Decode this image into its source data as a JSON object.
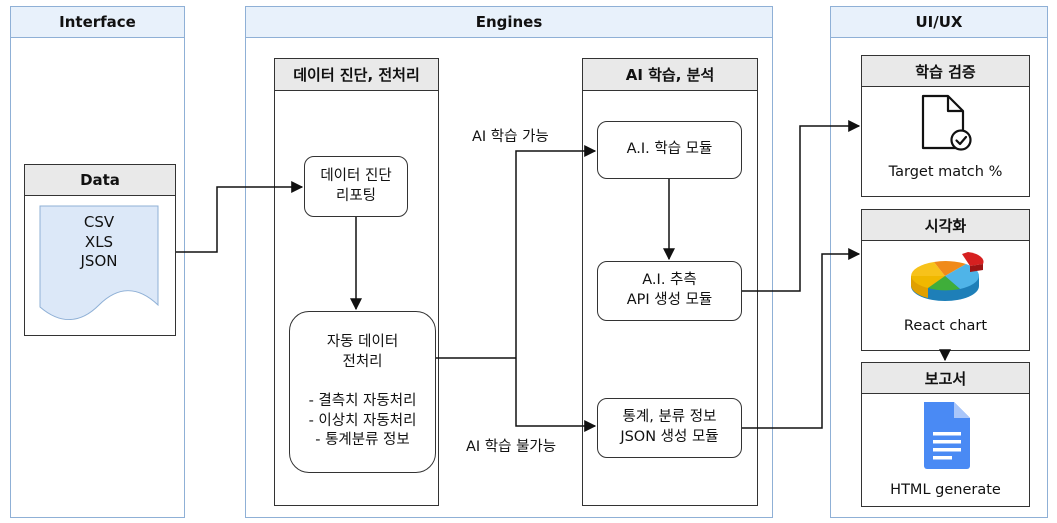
{
  "lanes": {
    "interface": {
      "title": "Interface"
    },
    "engines": {
      "title": "Engines"
    },
    "uiux": {
      "title": "UI/UX"
    }
  },
  "data_box": {
    "title": "Data",
    "formats": "CSV\nXLS\nJSON"
  },
  "preprocess_group": {
    "title": "데이터 진단, 전처리",
    "diagnosis_node": "데이터 진단\n리포팅",
    "auto_node": "자동 데이터\n전처리\n\n- 결측치 자동처리\n- 이상치 자동처리\n- 통계분류 정보"
  },
  "ai_group": {
    "title": "AI 학습, 분석",
    "training_node": "A.I. 학습 모듈",
    "inference_node": "A.I. 추측\nAPI 생성 모듈",
    "stats_node": "통계, 분류 정보\nJSON 생성 모듈"
  },
  "branch_labels": {
    "trainable": "AI 학습 가능",
    "not_trainable": "AI 학습 불가능"
  },
  "uiux_panels": {
    "validation": {
      "title": "학습 검증",
      "caption": "Target match %",
      "icon": "document-check-icon"
    },
    "visualization": {
      "title": "시각화",
      "caption": "React chart",
      "icon": "pie-chart-3d-icon"
    },
    "report": {
      "title": "보고서",
      "caption": "HTML generate",
      "icon": "google-docs-icon"
    }
  },
  "colors": {
    "lane_border": "#8fb0d6",
    "lane_header": "#e8f1fb",
    "data_doc_fill": "#dce8f8",
    "docs_blue": "#4a8af4"
  }
}
